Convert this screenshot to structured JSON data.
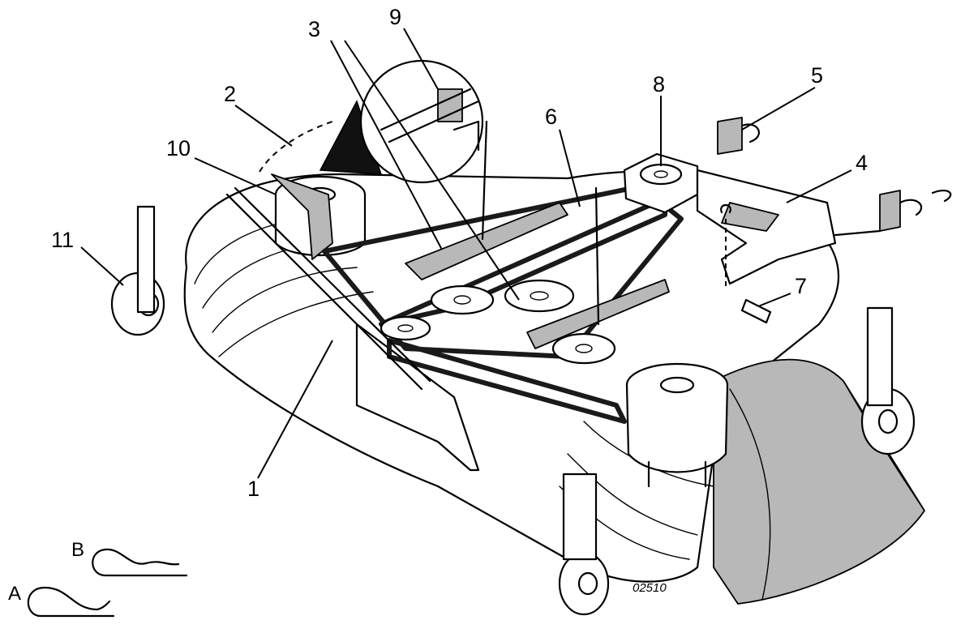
{
  "figure_code": "02510",
  "callouts": [
    {
      "id": "1",
      "text": "1"
    },
    {
      "id": "2",
      "text": "2"
    },
    {
      "id": "3",
      "text": "3"
    },
    {
      "id": "4",
      "text": "4"
    },
    {
      "id": "5",
      "text": "5"
    },
    {
      "id": "6",
      "text": "6"
    },
    {
      "id": "7",
      "text": "7"
    },
    {
      "id": "8",
      "text": "8"
    },
    {
      "id": "9",
      "text": "9"
    },
    {
      "id": "10",
      "text": "10"
    },
    {
      "id": "11",
      "text": "11"
    }
  ],
  "pins": [
    {
      "id": "A",
      "text": "A"
    },
    {
      "id": "B",
      "text": "B"
    }
  ]
}
